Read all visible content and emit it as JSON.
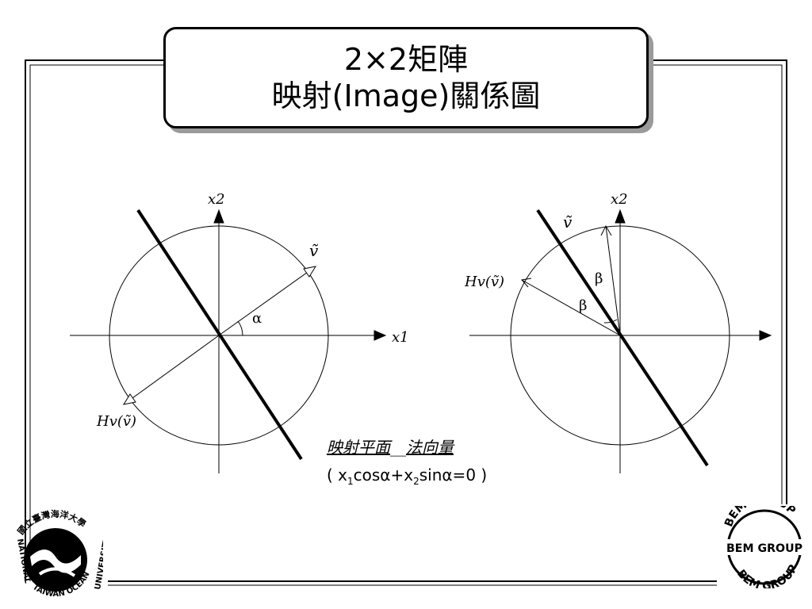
{
  "title": {
    "line1": "2×2矩陣",
    "line2": "映射(Image)關係圖"
  },
  "left_diagram": {
    "axis_x_label": "x1",
    "axis_y_label": "x2",
    "vector_label": "ṽ",
    "angle_label": "α",
    "image_label": "Hv(ṽ)"
  },
  "right_diagram": {
    "axis_y_label": "x2",
    "vector_label": "ṽ",
    "angle_label_upper": "β",
    "angle_label_lower": "β",
    "image_label": "Hv(ṽ)"
  },
  "caption": {
    "part1": "映射平面",
    "part2": "法向量"
  },
  "equation": {
    "open": "( x",
    "s1": "1",
    "mid1": "cosα+x",
    "s2": "2",
    "mid2": "sinα=0 )"
  },
  "logo_left": {
    "top_text": "國立臺灣海洋大學",
    "side_left": "NATIONAL",
    "bottom_text": "TAIWAN OCEAN",
    "side_right": "UNIVERSITY"
  },
  "logo_right": {
    "top": "BEM GROUP",
    "middle": "BEM GROUP",
    "bottom": "BEM GROUP"
  }
}
